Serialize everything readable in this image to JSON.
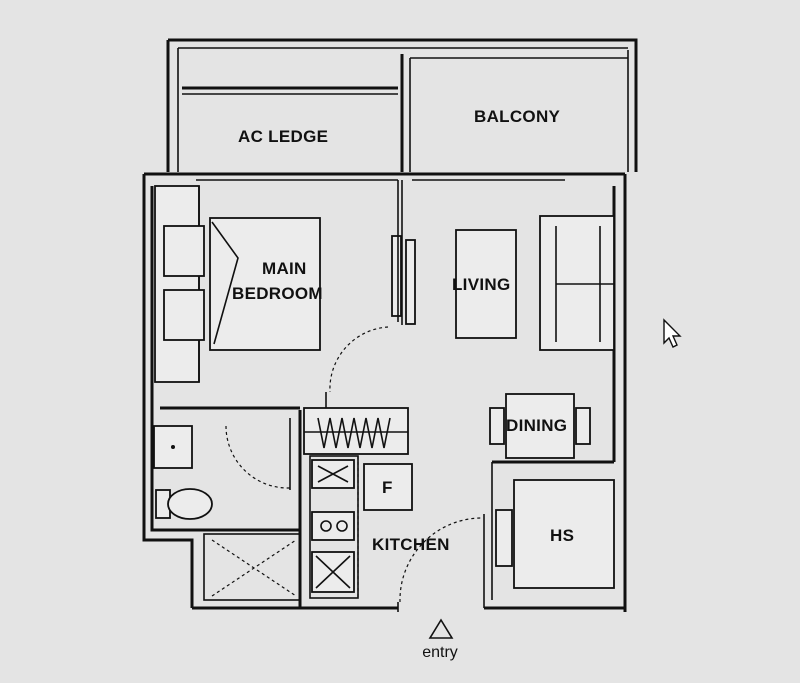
{
  "rooms": {
    "ac_ledge": "AC LEDGE",
    "balcony": "BALCONY",
    "main_bedroom_line1": "MAIN",
    "main_bedroom_line2": "BEDROOM",
    "living": "LIVING",
    "dining": "DINING",
    "fridge": "F",
    "kitchen": "KITCHEN",
    "household_shelter": "HS"
  },
  "entry_label": "entry",
  "icons": {
    "entry_marker": "triangle-up-icon",
    "cursor": "mouse-pointer-icon"
  },
  "colors": {
    "background": "#e4e4e4",
    "line": "#111111"
  }
}
